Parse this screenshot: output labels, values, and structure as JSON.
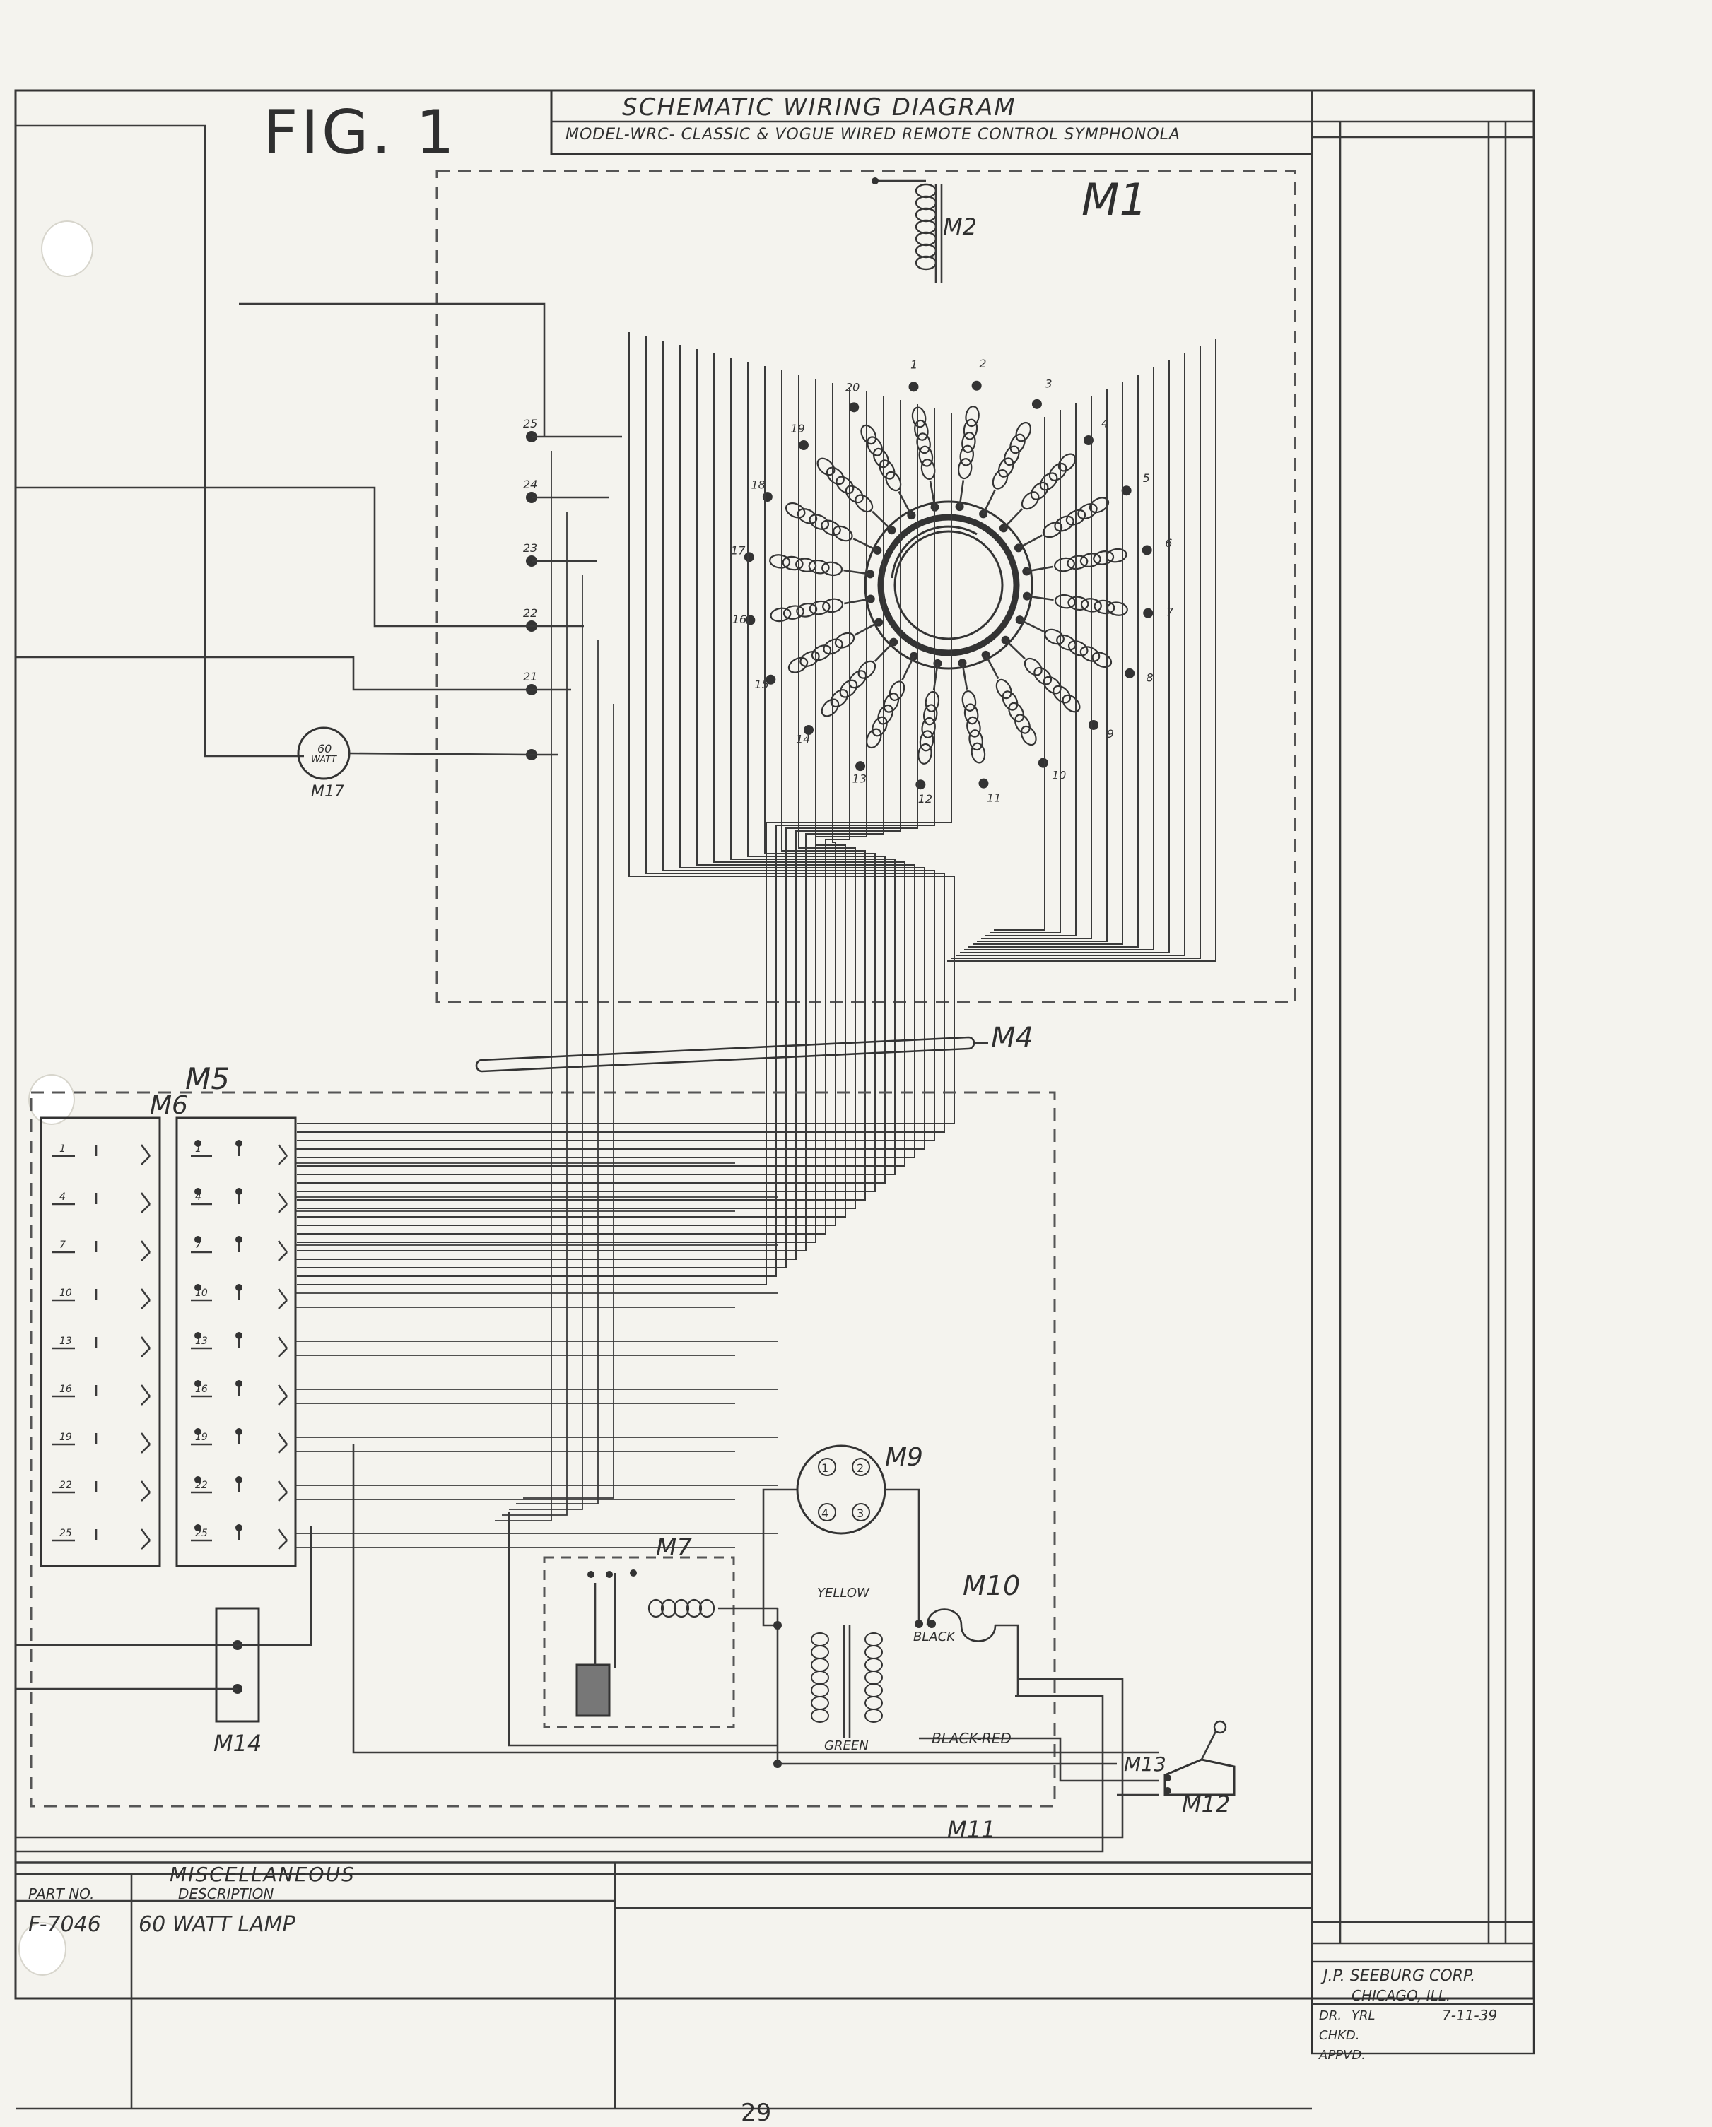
{
  "fig_label": "FIG. 1",
  "title_line1": "SCHEMATIC WIRING DIAGRAM",
  "title_line2": "MODEL-WRC- CLASSIC & VOGUE WIRED REMOTE CONTROL SYMPHONOLA",
  "components": {
    "m1": "M1",
    "m2": "M2",
    "m4": "M4",
    "m5": "M5",
    "m6": "M6",
    "m7": "M7",
    "m9": "M9",
    "m10": "M10",
    "m11": "M11",
    "m12": "M12",
    "m13": "M13",
    "m14": "M14",
    "m17": "M17"
  },
  "lamp_label_line1": "60",
  "lamp_label_line2": "WATT",
  "wire_labels": {
    "yellow": "YELLOW",
    "black": "BLACK",
    "black_red": "BLACK-RED",
    "green": "GREEN"
  },
  "m9_pins": [
    "1",
    "2",
    "4",
    "3"
  ],
  "coil_numbers": [
    "1",
    "2",
    "3",
    "4",
    "5",
    "6",
    "7",
    "8",
    "9",
    "10",
    "11",
    "12",
    "13",
    "14",
    "15",
    "16",
    "17",
    "18",
    "19",
    "20"
  ],
  "terminal_labels": [
    "25",
    "24",
    "23",
    "22",
    "21"
  ],
  "switch_labels": [
    "1",
    "4",
    "7",
    "10",
    "13",
    "16",
    "19",
    "22",
    "25"
  ],
  "parts_table": {
    "heading1": "MISCELLANEOUS",
    "col_part": "PART NO.",
    "col_desc": "DESCRIPTION",
    "rows": [
      {
        "part": "F-7046",
        "desc": "60 WATT LAMP"
      }
    ]
  },
  "title_block": {
    "company": "J.P. SEEBURG CORP.",
    "city": "CHICAGO, ILL.",
    "drawn_label": "DR.",
    "drawn_by": "YRL",
    "date": "7-11-39",
    "checked_label": "CHKD.",
    "approved_label": "APPVD."
  },
  "page_number": "29"
}
